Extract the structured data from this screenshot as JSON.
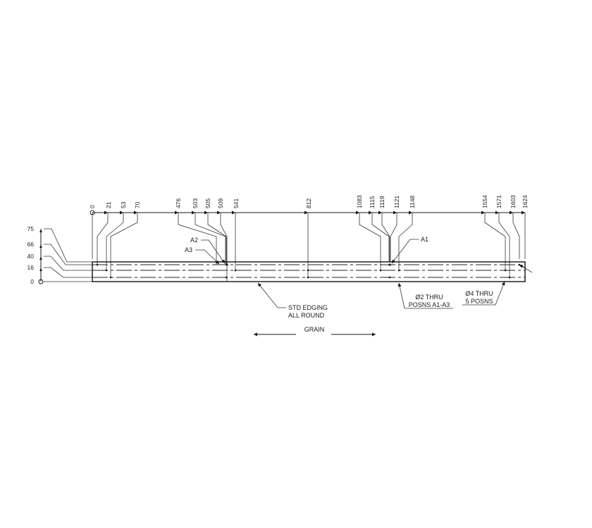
{
  "drawing": {
    "horizontal_dimensions": {
      "origin_label": "0",
      "values": [
        "21",
        "53",
        "70",
        "476",
        "503",
        "505",
        "509",
        "541",
        "812",
        "1083",
        "1115",
        "1119",
        "1121",
        "1148",
        "1554",
        "1571",
        "1603",
        "1624"
      ]
    },
    "vertical_dimensions": {
      "origin_label": "0",
      "values": [
        "16",
        "40",
        "66",
        "75"
      ]
    },
    "hole_labels": {
      "a1": "A1",
      "a2": "A2",
      "a3": "A3"
    },
    "notes": {
      "edging_line1": "STD EDGING",
      "edging_line2": "ALL ROUND",
      "grain": "GRAIN",
      "small_hole_line1": "Ø2 THRU",
      "small_hole_line2": "POSNS A1-A3",
      "large_hole_line1": "Ø4 THRU",
      "large_hole_line2": "5 POSNS"
    },
    "panel": {
      "length_mm": 1624,
      "width_mm": 75
    },
    "colors": {
      "line": "#1a1a1a",
      "background": "#ffffff"
    }
  }
}
